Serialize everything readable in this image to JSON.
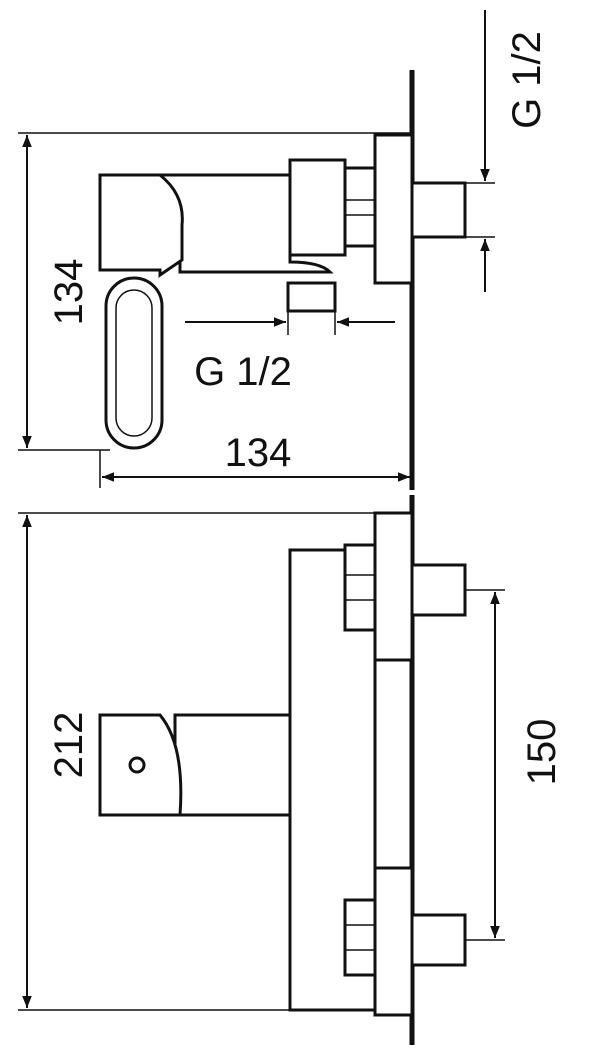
{
  "side_view": {
    "outlet_thread_label": "G 1/2",
    "height_label": "134",
    "spout_thread_label": "G 1/2",
    "depth_label": "134"
  },
  "front_view": {
    "height_label": "212",
    "center_distance_label": "150"
  }
}
